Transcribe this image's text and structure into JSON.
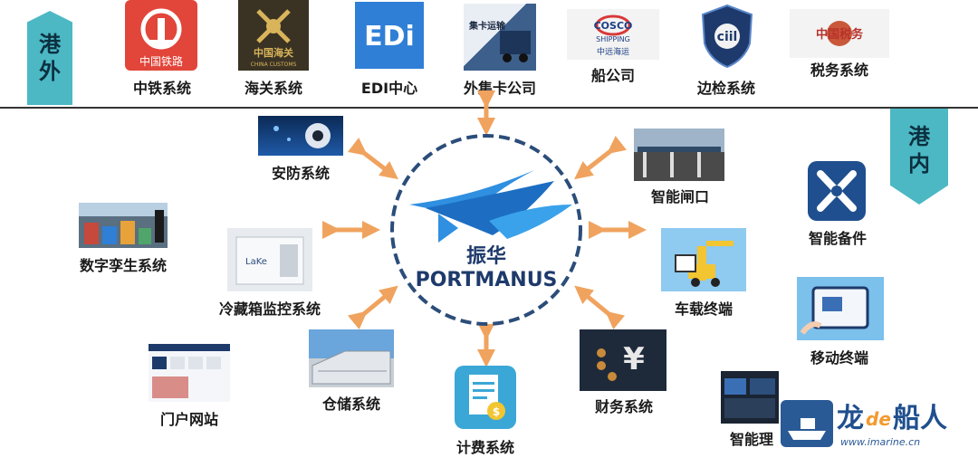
{
  "ribbons": {
    "outer": "港外",
    "inner": "港内"
  },
  "center": {
    "brand_cn": "振华",
    "brand_en": "PORTMANUS"
  },
  "top_systems": [
    {
      "label": "中铁系统",
      "logo_text": "中国铁路"
    },
    {
      "label": "海关系统",
      "logo_text_cn": "中国海关",
      "logo_text_en": "CHINA CUSTOMS"
    },
    {
      "label": "EDI中心",
      "logo_text": "EDi"
    },
    {
      "label": "外集卡公司",
      "logo_text": "集卡运输"
    },
    {
      "label": "船公司",
      "logo_text_1": "COSCO",
      "logo_text_2": "SHIPPING",
      "logo_text_3": "中远海运"
    },
    {
      "label": "边检系统"
    },
    {
      "label": "税务系统",
      "logo_text": "中国税务"
    }
  ],
  "ring_systems": {
    "security": "安防系统",
    "gate": "智能闸口",
    "twin": "数字孪生系统",
    "reefer": "冷藏箱监控系统",
    "vehicle": "车载终端",
    "portal": "门户网站",
    "warehouse": "仓储系统",
    "billing": "计费系统",
    "finance": "财务系统"
  },
  "side_systems": {
    "spare": "智能备件",
    "mobile": "移动终端",
    "tally": "智能理"
  },
  "watermark": {
    "cn_1": "龙",
    "en": "de",
    "cn_2": "船人",
    "url": "www.imarine.cn"
  },
  "colors": {
    "ribbon": "#4cb8c4",
    "arrow": "#f0a35e",
    "ring": "#2b4d7a",
    "text": "#1a1a1a"
  }
}
